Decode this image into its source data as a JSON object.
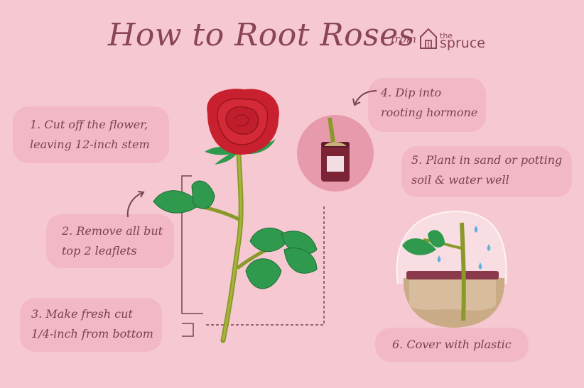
{
  "header": {
    "title": "How to Root Roses",
    "from": "from",
    "brand_the": "the",
    "brand_name": "spruce"
  },
  "steps": [
    {
      "line1": "1. Cut off the flower,",
      "line2": "leaving 12-inch stem"
    },
    {
      "line1": "2. Remove all but",
      "line2": "top 2 leaflets"
    },
    {
      "line1": "3. Make fresh cut",
      "line2": "1/4-inch from bottom"
    },
    {
      "line1": "4. Dip into",
      "line2": "rooting hormone"
    },
    {
      "line1": "5. Plant in sand or potting",
      "line2": "soil & water well"
    },
    {
      "line1": "6. Cover with plastic"
    }
  ],
  "colors": {
    "background": "#f6c9d2",
    "bubble": "#f3b8c5",
    "text": "#7a4150",
    "rose": "#c8202e",
    "leaf": "#2f9a4e",
    "stem": "#8a9a2a"
  }
}
